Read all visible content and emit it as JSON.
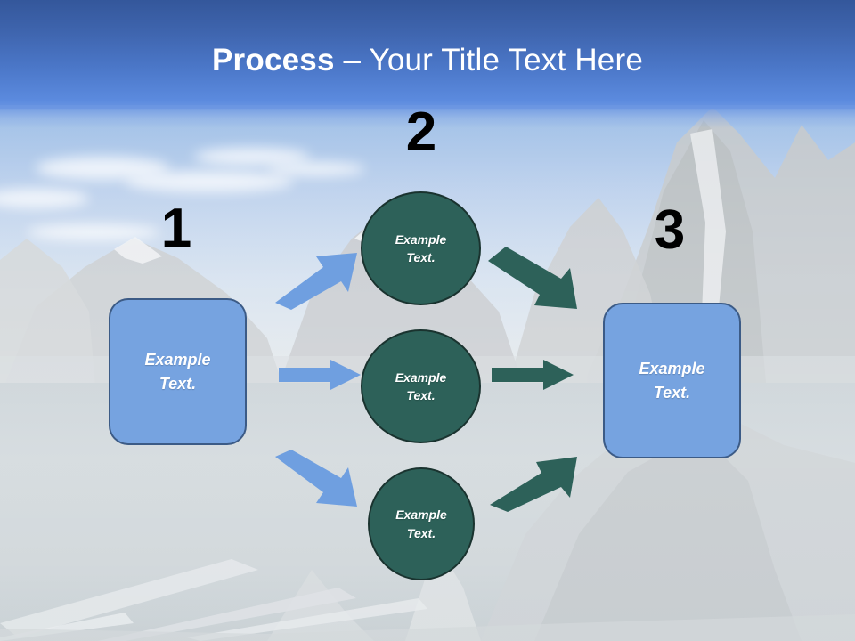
{
  "slide": {
    "title_bold": "Process",
    "title_rest": " – Your Title Text Here",
    "accent_blue": "#76a3e0",
    "accent_teal": "#2d6159",
    "banner_blue_top": "#34579b",
    "banner_blue_bottom": "#6a95e2",
    "number_color": "#000000"
  },
  "steps": [
    {
      "number": "1",
      "shape": "rounded-rectangle",
      "text_line1": "Example",
      "text_line2": "Text."
    },
    {
      "number": "2",
      "shape": "circle",
      "text_line1": "Example",
      "text_line2": "Text."
    },
    {
      "number": "3",
      "shape": "rounded-rectangle",
      "text_line1": "Example",
      "text_line2": "Text."
    }
  ],
  "stage_one": {
    "box_line1": "Example",
    "box_line2": "Text."
  },
  "stage_two": {
    "circles": [
      {
        "line1": "Example",
        "line2": "Text."
      },
      {
        "line1": "Example",
        "line2": "Text."
      },
      {
        "line1": "Example",
        "line2": "Text."
      }
    ]
  },
  "stage_three": {
    "box_line1": "Example",
    "box_line2": "Text."
  },
  "arrows": {
    "blue_color": "#6f9fe0",
    "teal_color": "#2d6159",
    "blue": [
      {
        "name": "arrow-box1-to-circle1",
        "direction": "up-right"
      },
      {
        "name": "arrow-box1-to-circle2",
        "direction": "right"
      },
      {
        "name": "arrow-box1-to-circle3",
        "direction": "down-right"
      }
    ],
    "teal": [
      {
        "name": "arrow-circle1-to-box3",
        "direction": "down-right"
      },
      {
        "name": "arrow-circle2-to-box3",
        "direction": "right"
      },
      {
        "name": "arrow-circle3-to-box3",
        "direction": "up-right"
      }
    ]
  },
  "background": {
    "scene": "mountain-lake-photo",
    "description": "Desaturated mountain lake with driftwood foreground"
  }
}
